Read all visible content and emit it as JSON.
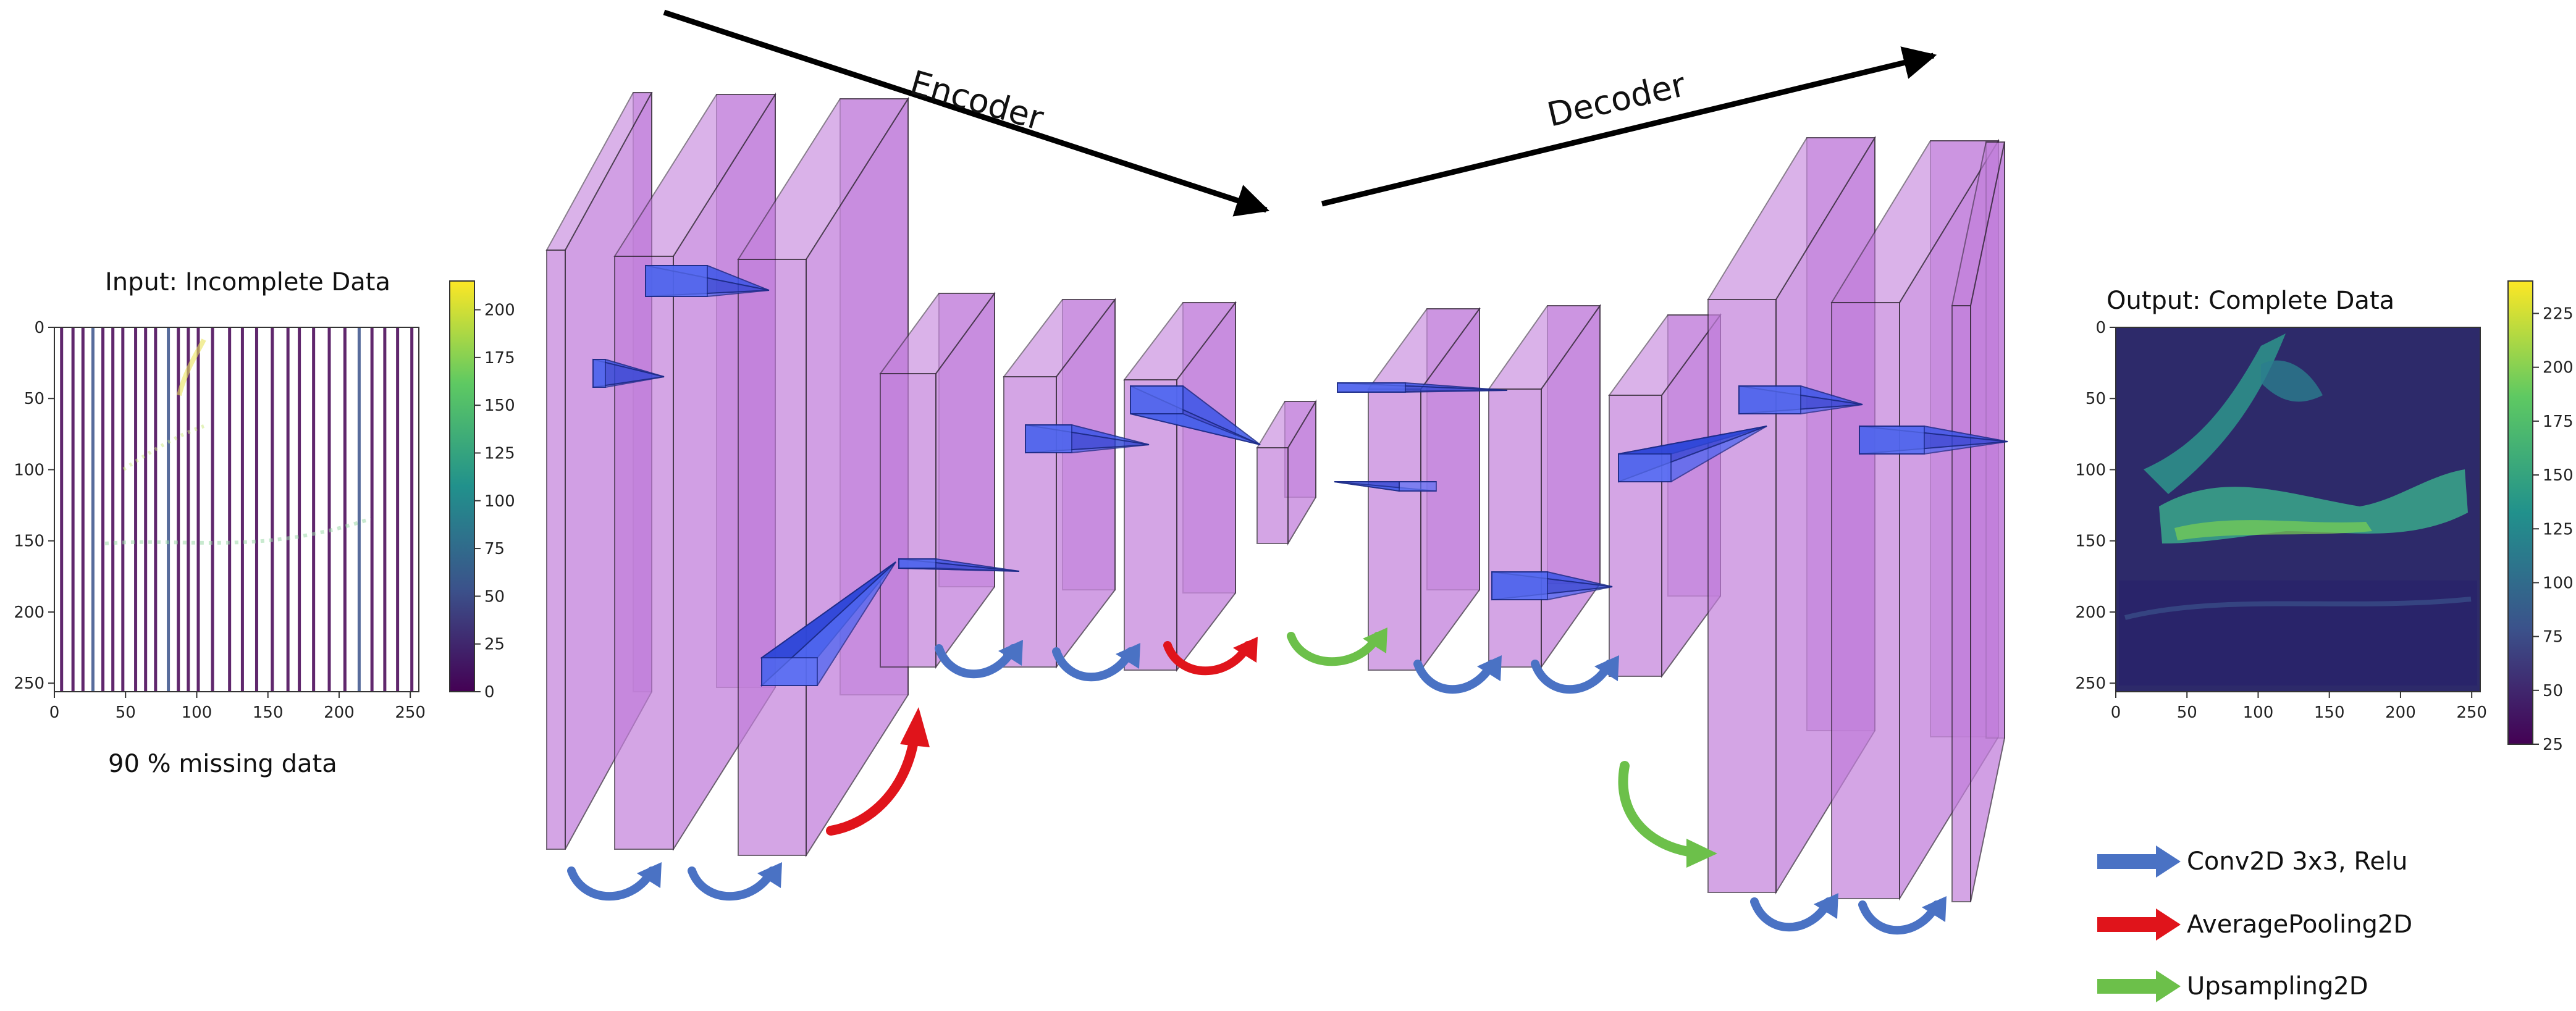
{
  "header": {
    "encoder_label": "Encoder",
    "decoder_label": "Decoder"
  },
  "input_panel": {
    "title": "Input: Incomplete Data",
    "caption": "90 % missing data",
    "x_ticks": [
      "0",
      "50",
      "100",
      "150",
      "200",
      "250"
    ],
    "y_ticks": [
      "0",
      "50",
      "100",
      "150",
      "200",
      "250"
    ],
    "colorbar_ticks": [
      "0",
      "25",
      "50",
      "75",
      "100",
      "125",
      "150",
      "175",
      "200"
    ]
  },
  "output_panel": {
    "title": "Output: Complete Data",
    "x_ticks": [
      "0",
      "50",
      "100",
      "150",
      "200",
      "250"
    ],
    "y_ticks": [
      "0",
      "50",
      "100",
      "150",
      "200",
      "250"
    ],
    "colorbar_ticks": [
      "25",
      "50",
      "75",
      "100",
      "125",
      "150",
      "175",
      "200",
      "225"
    ]
  },
  "legend": {
    "conv_label": "Conv2D 3x3, Relu",
    "pool_label": "AveragePooling2D",
    "upsample_label": "Upsampling2D"
  },
  "colors": {
    "layer_fill": "#c27fdb",
    "kernel_fill": "#3a55e8",
    "conv_arrow": "#4a72c4",
    "pool_arrow": "#e0141b",
    "upsample_arrow": "#6cc04a",
    "viridis_low": "#440154",
    "viridis_mid": "#21918c",
    "viridis_high": "#fde725"
  }
}
